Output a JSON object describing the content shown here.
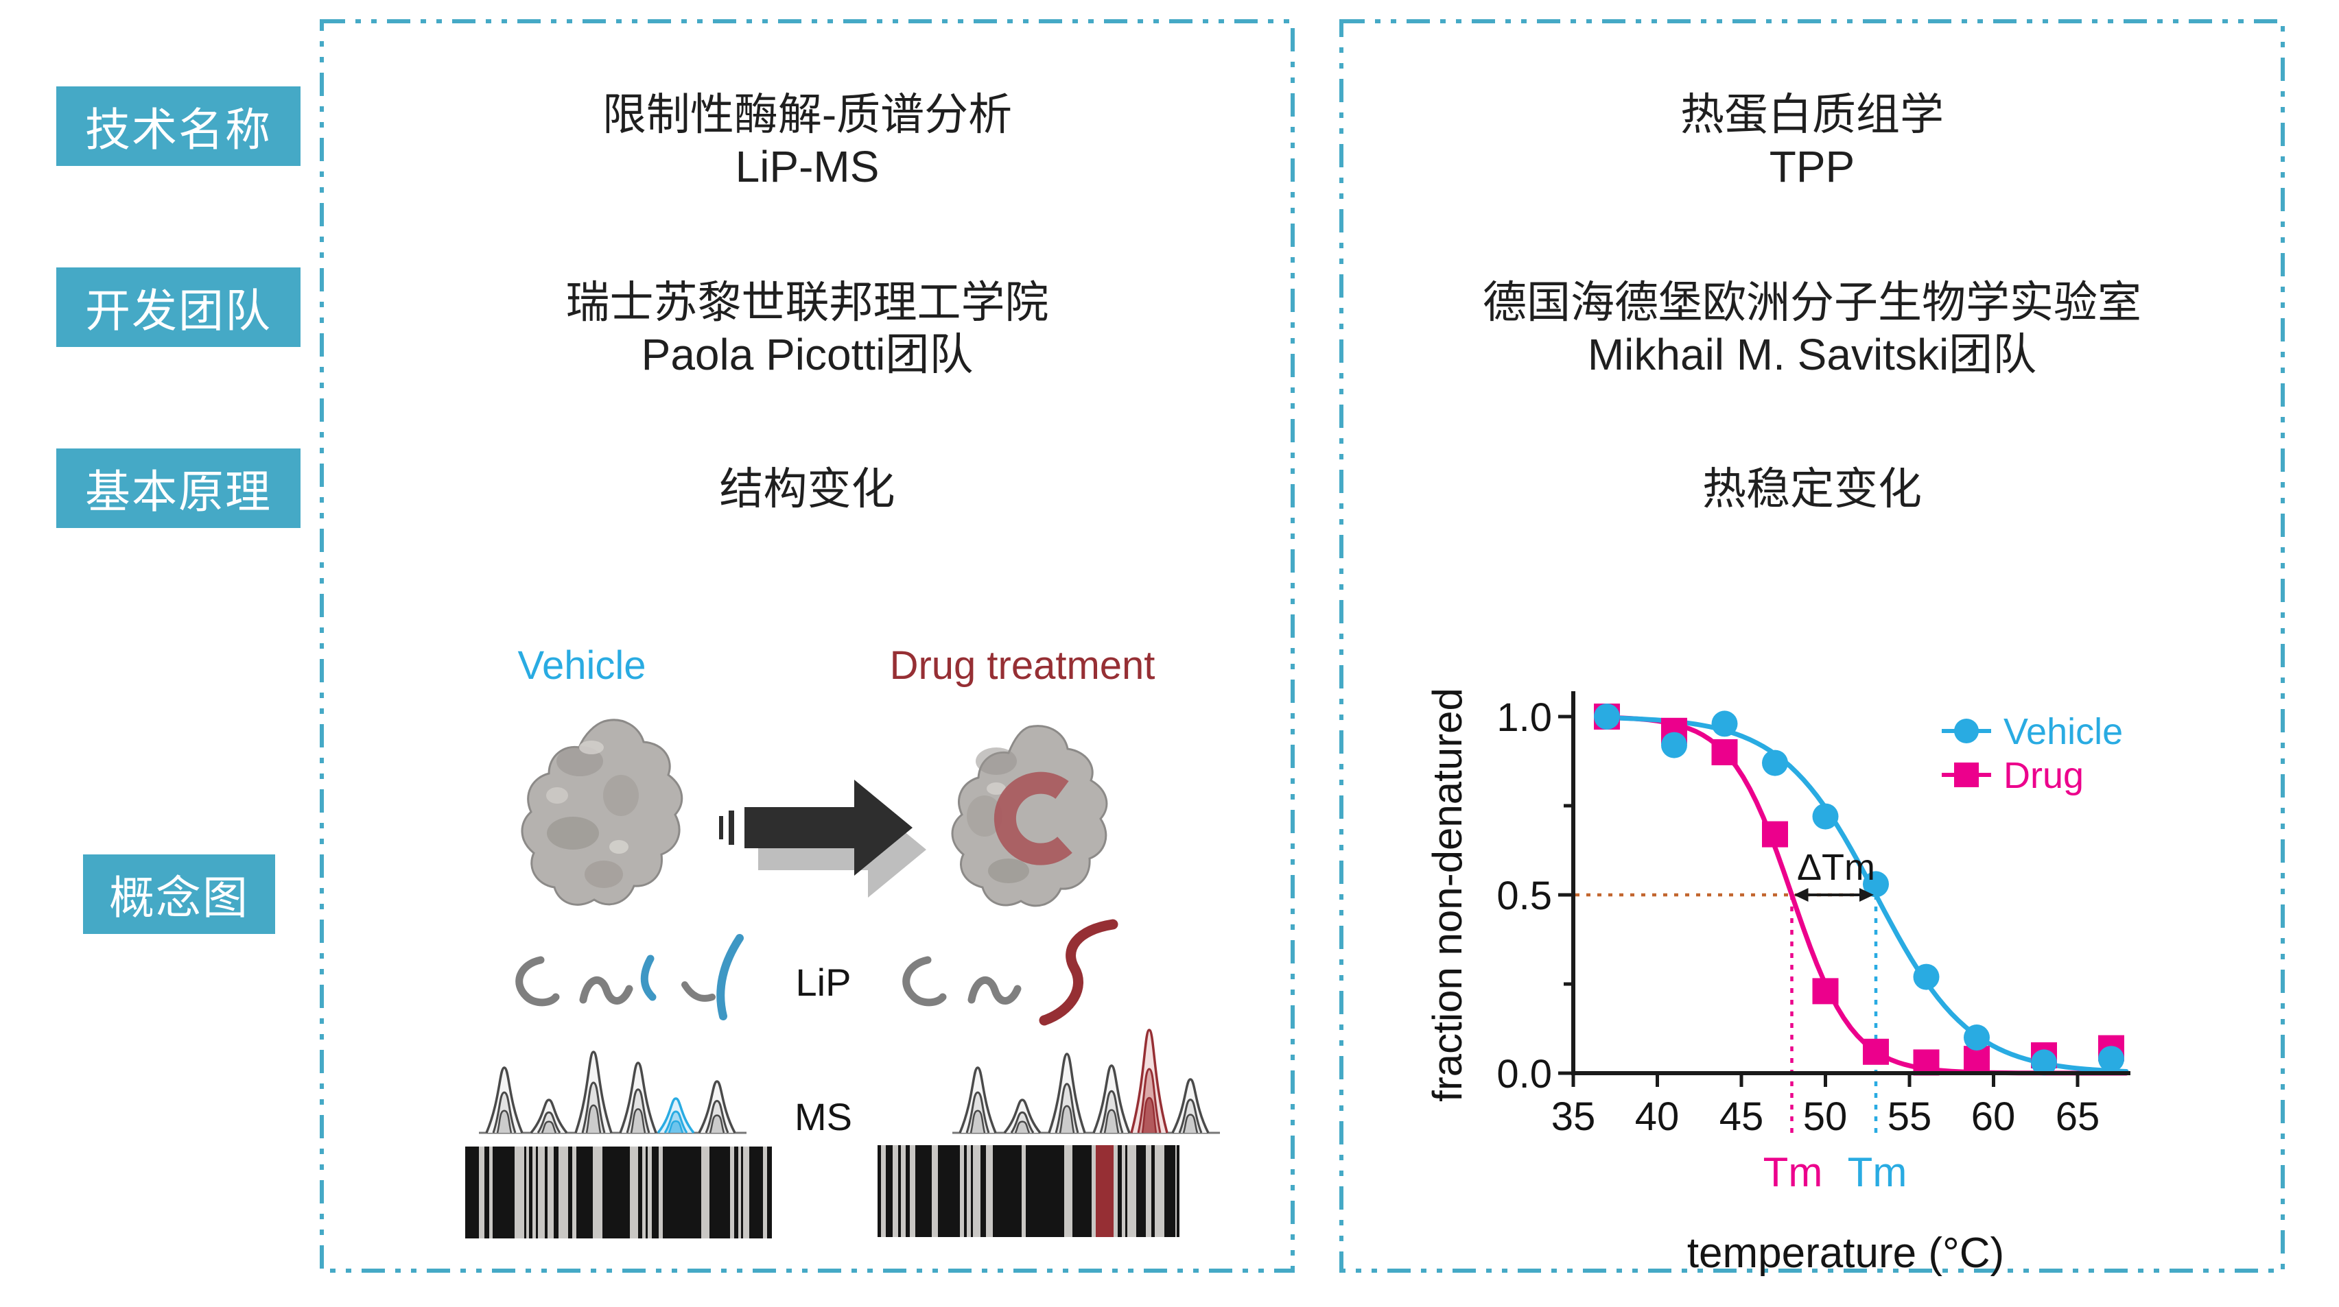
{
  "rows": [
    {
      "label": "技术名称"
    },
    {
      "label": "开发团队"
    },
    {
      "label": "基本原理"
    },
    {
      "label": "概念图"
    }
  ],
  "colors": {
    "accent_teal": "#45a9c6",
    "vehicle_blue": "#29abe2",
    "drug_magenta": "#ec008c",
    "dark_red": "#962f34",
    "half_line_brown": "#c2662f"
  },
  "left_panel": {
    "tech_name_line1": "限制性酶解-质谱分析",
    "tech_name_line2": "LiP-MS",
    "team_line1": "瑞士苏黎世联邦理工学院",
    "team_line2": "Paola Picotti团队",
    "principle": "结构变化",
    "figure": {
      "vehicle_label": "Vehicle",
      "drug_label": "Drug treatment",
      "lip_label": "LiP",
      "ms_label": "MS"
    }
  },
  "right_panel": {
    "tech_name_line1": "热蛋白质组学",
    "tech_name_line2": "TPP",
    "team_line1": "德国海德堡欧洲分子生物学实验室",
    "team_line2": "Mikhail M. Savitski团队",
    "principle": "热稳定变化"
  },
  "chart_data": {
    "type": "scatter",
    "subtype": "sigmoid-melting-curves",
    "title": "",
    "xlabel": "temperature (°C)",
    "ylabel": "fraction non-denatured",
    "x_ticks": [
      35,
      40,
      45,
      50,
      55,
      60,
      65
    ],
    "y_ticks": [
      0.0,
      0.5,
      1.0
    ],
    "y_tick_labels": [
      "0.0",
      "0.5",
      "1.0"
    ],
    "y_minor_ticks": [
      0.25,
      0.75
    ],
    "xlim": [
      35,
      68
    ],
    "ylim": [
      0,
      1.08
    ],
    "grid": false,
    "legend_position": "top-right",
    "series": [
      {
        "name": "Drug",
        "color": "#ec008c",
        "marker": "square",
        "tm": 48.0,
        "slope": 1.82,
        "x": [
          37,
          41,
          44,
          47,
          50,
          53,
          56,
          59,
          63,
          67
        ],
        "y": [
          1.0,
          0.96,
          0.9,
          0.67,
          0.23,
          0.06,
          0.03,
          0.04,
          0.05,
          0.07
        ]
      },
      {
        "name": "Vehicle",
        "color": "#29abe2",
        "marker": "circle",
        "tm": 53.0,
        "slope": 2.8,
        "x": [
          37,
          41,
          44,
          47,
          50,
          53,
          56,
          59,
          63,
          67
        ],
        "y": [
          1.0,
          0.92,
          0.98,
          0.87,
          0.72,
          0.53,
          0.27,
          0.1,
          0.03,
          0.04
        ]
      }
    ],
    "legend": [
      {
        "label": "Vehicle",
        "color": "#29abe2",
        "marker": "circle"
      },
      {
        "label": "Drug",
        "color": "#ec008c",
        "marker": "square"
      }
    ],
    "annotations": {
      "delta_tm_label": "ΔTm",
      "tm_drug_label": "Tm",
      "tm_vehicle_label": "Tm",
      "tm_drug": 48.0,
      "tm_vehicle": 53.0,
      "half_fraction": 0.5
    }
  }
}
